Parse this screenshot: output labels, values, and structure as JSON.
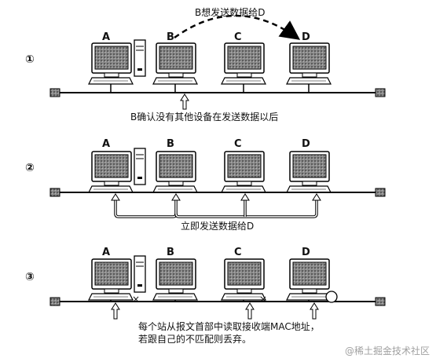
{
  "steps": [
    {
      "marker": "①",
      "caption_top": "B想发送数据给D",
      "caption_bottom": "B确认没有其他设备在发送数据以后"
    },
    {
      "marker": "②",
      "caption_bottom": "立即发送数据给D"
    },
    {
      "marker": "③",
      "caption_line1": "每个站从报文首部中读取接收端MAC地址，",
      "caption_line2": "若跟自己的不匹配则丢弃。",
      "reject_marks": [
        "×",
        "×"
      ]
    }
  ],
  "computers": [
    "A",
    "B",
    "C",
    "D"
  ],
  "watermark": "@稀土掘金技术社区"
}
